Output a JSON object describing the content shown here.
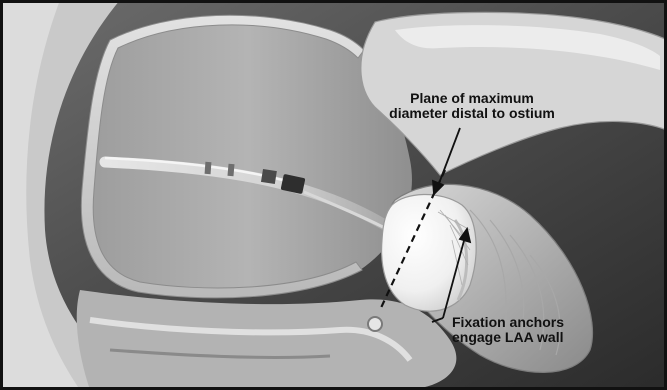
{
  "callouts": {
    "plane": {
      "line1": "Plane of maximum",
      "line2": "diameter distal to ostium"
    },
    "anchors": {
      "line1": "Fixation anchors",
      "line2": "engage LAA wall"
    }
  },
  "colors": {
    "frame": "#111111",
    "background_dark": "#3a3a3a",
    "tissue_light": "#cfcfcf",
    "tissue_mid": "#9a9a9a",
    "device_white": "#f4f4f4",
    "label_text": "#111111"
  },
  "icons": {
    "device": "laa-occluder-device",
    "catheter": "delivery-catheter",
    "arrows": "callout-arrows"
  }
}
